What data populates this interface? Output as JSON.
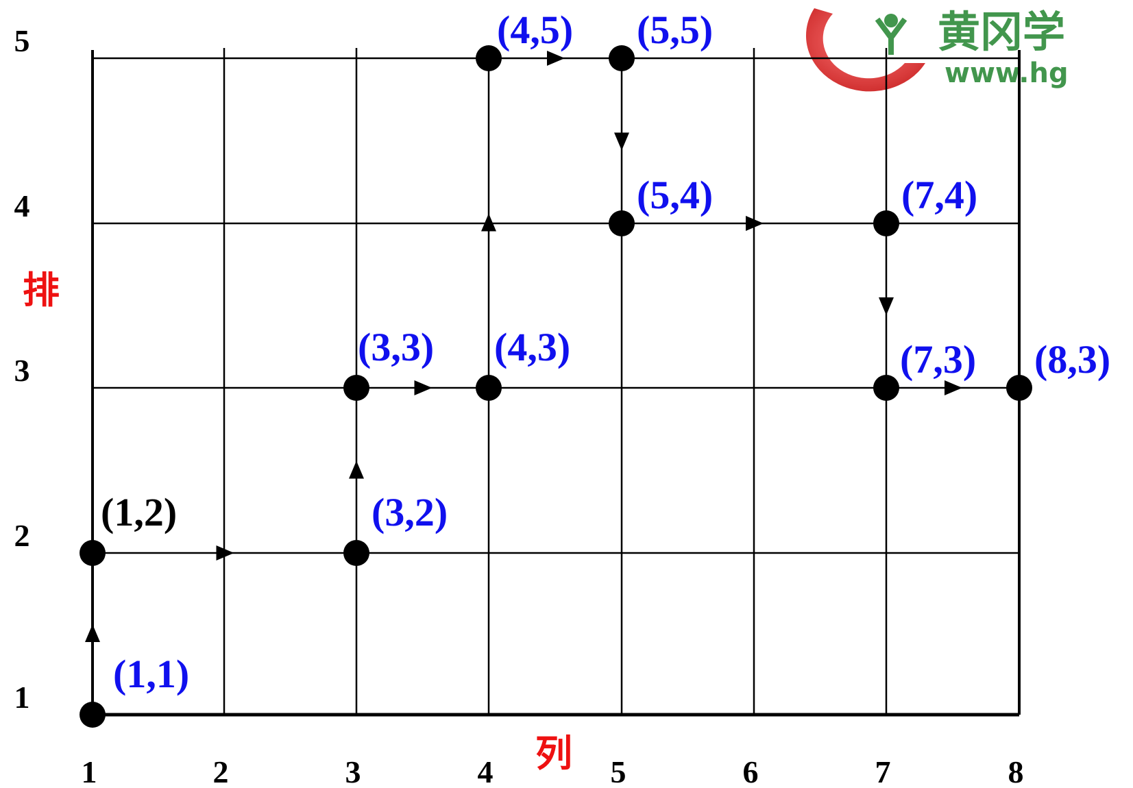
{
  "diagram": {
    "x_axis_title": "列",
    "y_axis_title": "排",
    "x_ticks": [
      "1",
      "2",
      "3",
      "4",
      "5",
      "6",
      "7",
      "8"
    ],
    "y_ticks": [
      "1",
      "2",
      "3",
      "4",
      "5"
    ],
    "colors": {
      "grid": "#000000",
      "point": "#000000",
      "label": "#1010ee",
      "label_dark": "#000000",
      "axis_title": "#ee1111"
    },
    "points": [
      {
        "col": 1,
        "row": 1,
        "label": "(1,1)",
        "color": "blue"
      },
      {
        "col": 1,
        "row": 2,
        "label": "(1,2)",
        "color": "black"
      },
      {
        "col": 3,
        "row": 2,
        "label": "(3,2)",
        "color": "blue"
      },
      {
        "col": 3,
        "row": 3,
        "label": "(3,3)",
        "color": "blue"
      },
      {
        "col": 4,
        "row": 3,
        "label": "(4,3)",
        "color": "blue"
      },
      {
        "col": 4,
        "row": 5,
        "label": "(4,5)",
        "color": "blue"
      },
      {
        "col": 5,
        "row": 5,
        "label": "(5,5)",
        "color": "blue"
      },
      {
        "col": 5,
        "row": 4,
        "label": "(5,4)",
        "color": "blue"
      },
      {
        "col": 7,
        "row": 4,
        "label": "(7,4)",
        "color": "blue"
      },
      {
        "col": 7,
        "row": 3,
        "label": "(7,3)",
        "color": "blue"
      },
      {
        "col": 8,
        "row": 3,
        "label": "(8,3)",
        "color": "blue"
      }
    ],
    "route": [
      [
        1,
        1
      ],
      [
        1,
        2
      ],
      [
        3,
        2
      ],
      [
        3,
        3
      ],
      [
        4,
        3
      ],
      [
        4,
        5
      ],
      [
        5,
        5
      ],
      [
        5,
        4
      ],
      [
        7,
        4
      ],
      [
        7,
        3
      ],
      [
        8,
        3
      ]
    ]
  },
  "logo": {
    "text": "黄冈学",
    "url": "www.hg",
    "colors": {
      "ring": "#dd2222",
      "text": "#2e8b3a"
    }
  }
}
